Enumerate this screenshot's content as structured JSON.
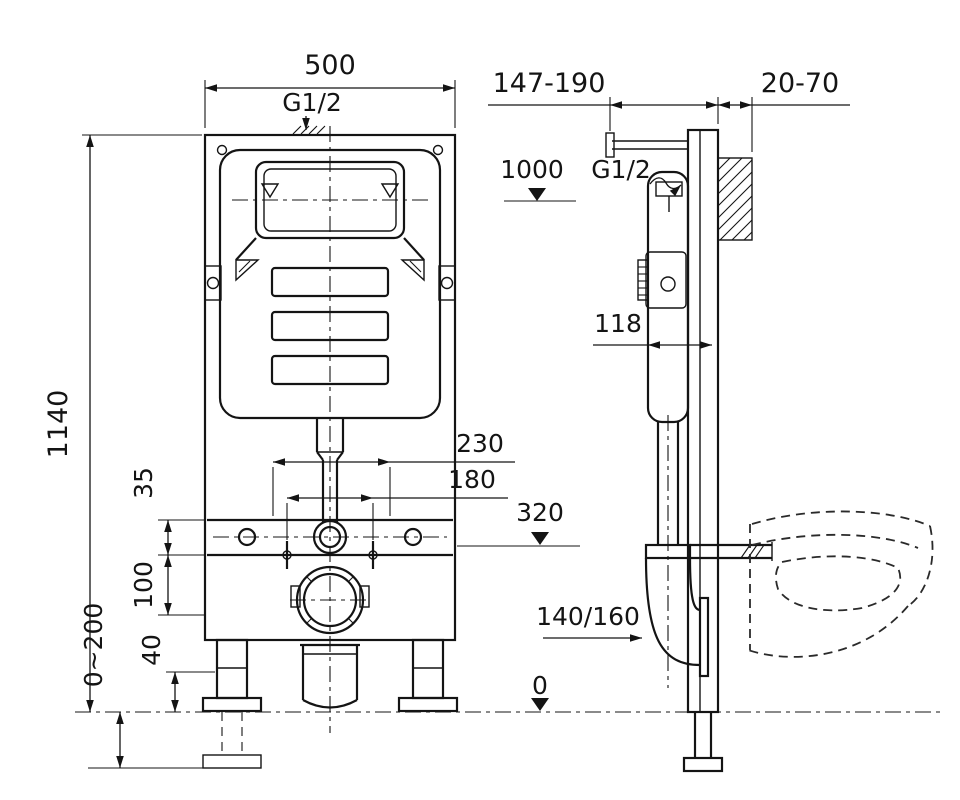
{
  "drawing": {
    "front": {
      "width": "500",
      "height": "1140",
      "inlet": "G1/2",
      "dim_230": "230",
      "dim_180": "180",
      "dim_35": "35",
      "dim_100": "100",
      "dim_40": "40",
      "foot_adjust": "0~200"
    },
    "side": {
      "depth_range": "147-190",
      "wall_range": "20-70",
      "level_top": "1000",
      "inlet": "G1/2",
      "depth": "118",
      "level_mid": "320",
      "outlet_dia": "140/160",
      "level_floor": "0"
    }
  }
}
